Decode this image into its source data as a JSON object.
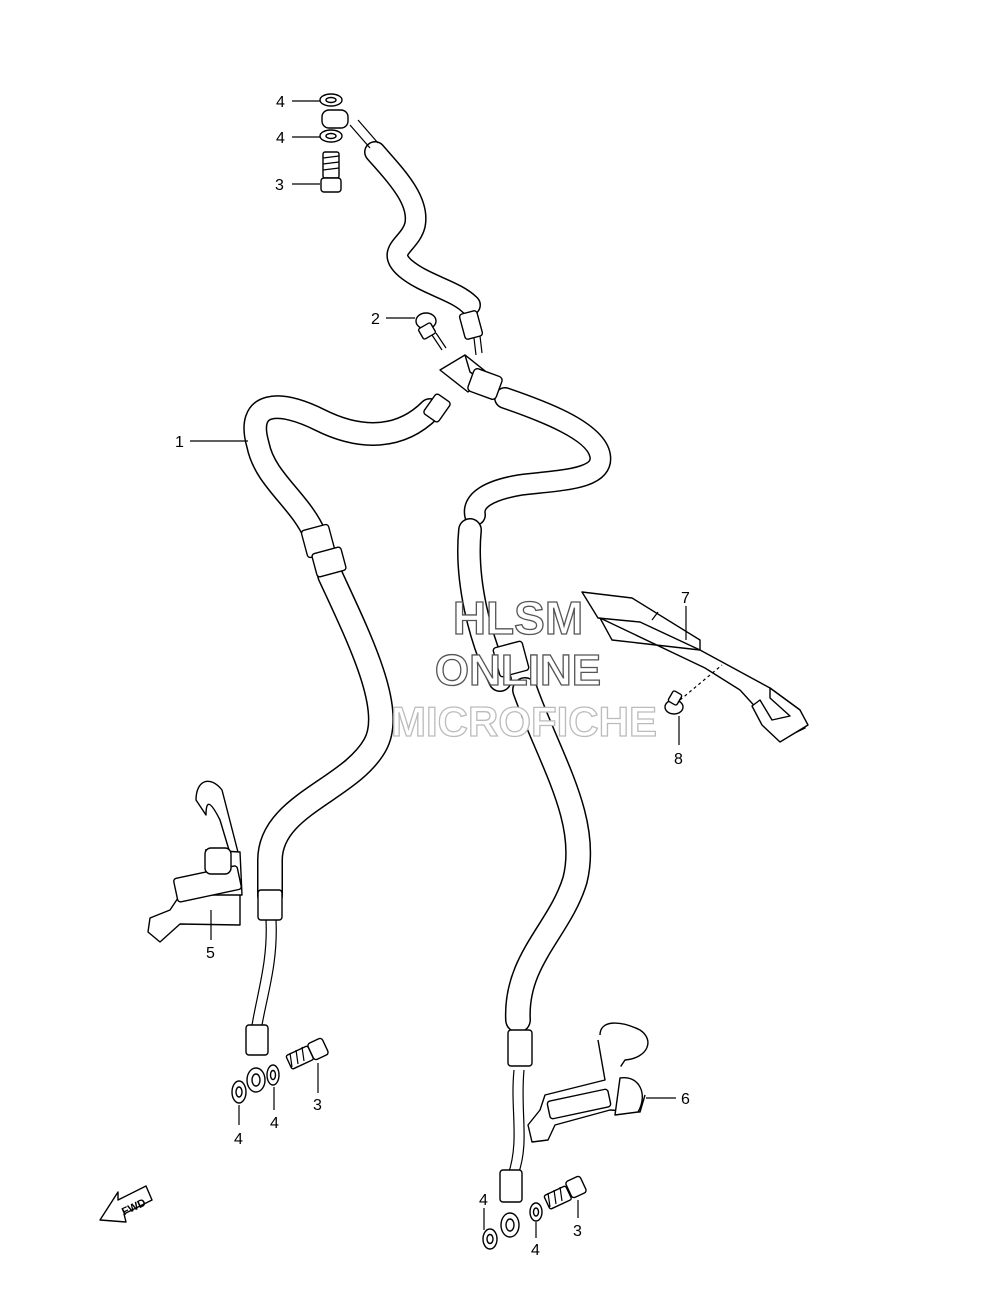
{
  "callouts": {
    "top_washer_a": "4",
    "top_washer_b": "4",
    "top_bolt": "3",
    "junction_bolt": "2",
    "hose": "1",
    "clamp_bracket": "7",
    "clamp_screw": "8",
    "left_clamp": "5",
    "right_clamp": "6",
    "left_washer_a": "4",
    "left_washer_b": "4",
    "left_bolt": "3",
    "right_washer_a": "4",
    "right_washer_b": "4",
    "right_bolt": "3"
  },
  "watermark": {
    "line1": "HLSM",
    "line2": "ONLINE",
    "line3": "MICROFICHE"
  },
  "fwd_label": "FWD"
}
